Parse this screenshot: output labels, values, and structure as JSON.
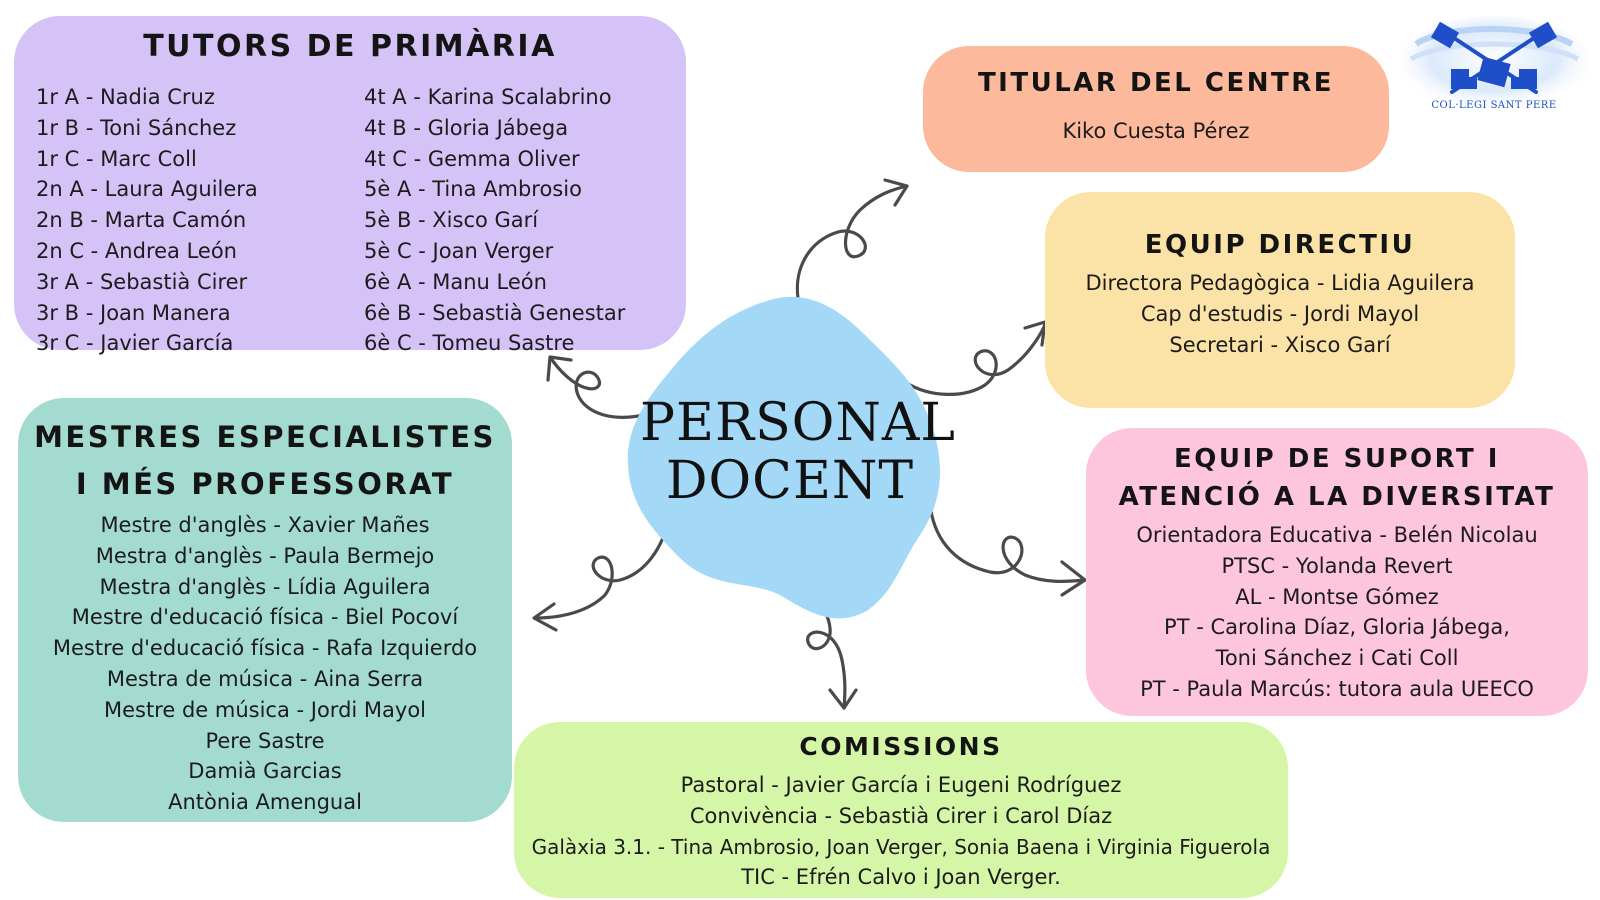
{
  "center": {
    "title_line1": "PERSONAL",
    "title_line2": "DOCENT"
  },
  "logo": {
    "text": "COL·LEGI SANT PERE",
    "icon": "crossed-keys-icon",
    "color": "#1e4fc9"
  },
  "tutors": {
    "title": "TUTORS DE PRIMÀRIA",
    "left": [
      "1r A - Nadia Cruz",
      "1r B - Toni Sánchez",
      "1r C - Marc Coll",
      "2n A - Laura Aguilera",
      "2n B - Marta Camón",
      "2n C - Andrea León",
      "3r A - Sebastià Cirer",
      "3r B - Joan Manera",
      "3r C - Javier García"
    ],
    "right": [
      "4t A - Karina Scalabrino",
      "4t B - Gloria Jábega",
      "4t C - Gemma Oliver",
      "5è A - Tina Ambrosio",
      "5è B - Xisco Garí",
      "5è C - Joan Verger",
      "6è A - Manu León",
      "6è B - Sebastià Genestar",
      "6è C - Tomeu Sastre"
    ]
  },
  "titular": {
    "title": "TITULAR DEL CENTRE",
    "lines": [
      "Kiko Cuesta Pérez"
    ]
  },
  "directiu": {
    "title": "EQUIP DIRECTIU",
    "lines": [
      "Directora Pedagògica - Lidia Aguilera",
      "Cap d'estudis - Jordi Mayol",
      "Secretari - Xisco Garí"
    ]
  },
  "suport": {
    "title_line1": "EQUIP DE SUPORT I",
    "title_line2": "ATENCIÓ A LA DIVERSITAT",
    "lines": [
      "Orientadora Educativa - Belén Nicolau",
      "PTSC - Yolanda Revert",
      "AL - Montse Gómez",
      "PT - Carolina Díaz, Gloria Jábega,",
      "Toni Sánchez i Cati Coll",
      "PT - Paula Marcús: tutora aula UEECO"
    ]
  },
  "especialistes": {
    "title_line1": "MESTRES ESPECIALISTES",
    "title_line2": "I MÉS PROFESSORAT",
    "lines": [
      "Mestre d'anglès - Xavier Mañes",
      "Mestra d'anglès - Paula Bermejo",
      "Mestra d'anglès - Lídia Aguilera",
      "Mestre d'educació física - Biel Pocoví",
      "Mestre d'educació física - Rafa Izquierdo",
      "Mestra de música - Aina Serra",
      "Mestre de música - Jordi Mayol",
      "Pere Sastre",
      "Damià Garcias",
      "Antònia Amengual"
    ]
  },
  "comissions": {
    "title": "COMISSIONS",
    "lines": [
      "Pastoral - Javier García i Eugeni Rodríguez",
      "Convivència - Sebastià Cirer i Carol Díaz",
      "Galàxia 3.1. - Tina Ambrosio, Joan Verger, Sonia Baena i Virginia Figuerola",
      "TIC - Efrén Calvo i Joan Verger."
    ]
  },
  "colors": {
    "tutors": "#d5c2f7",
    "titular": "#fdb99b",
    "directiu": "#fbe2a6",
    "suport": "#fdc6dd",
    "especialistes": "#a4dbd0",
    "comissions": "#d5f6a6",
    "center_blob": "#a3d8f6",
    "arrow": "#4a4a4a"
  }
}
